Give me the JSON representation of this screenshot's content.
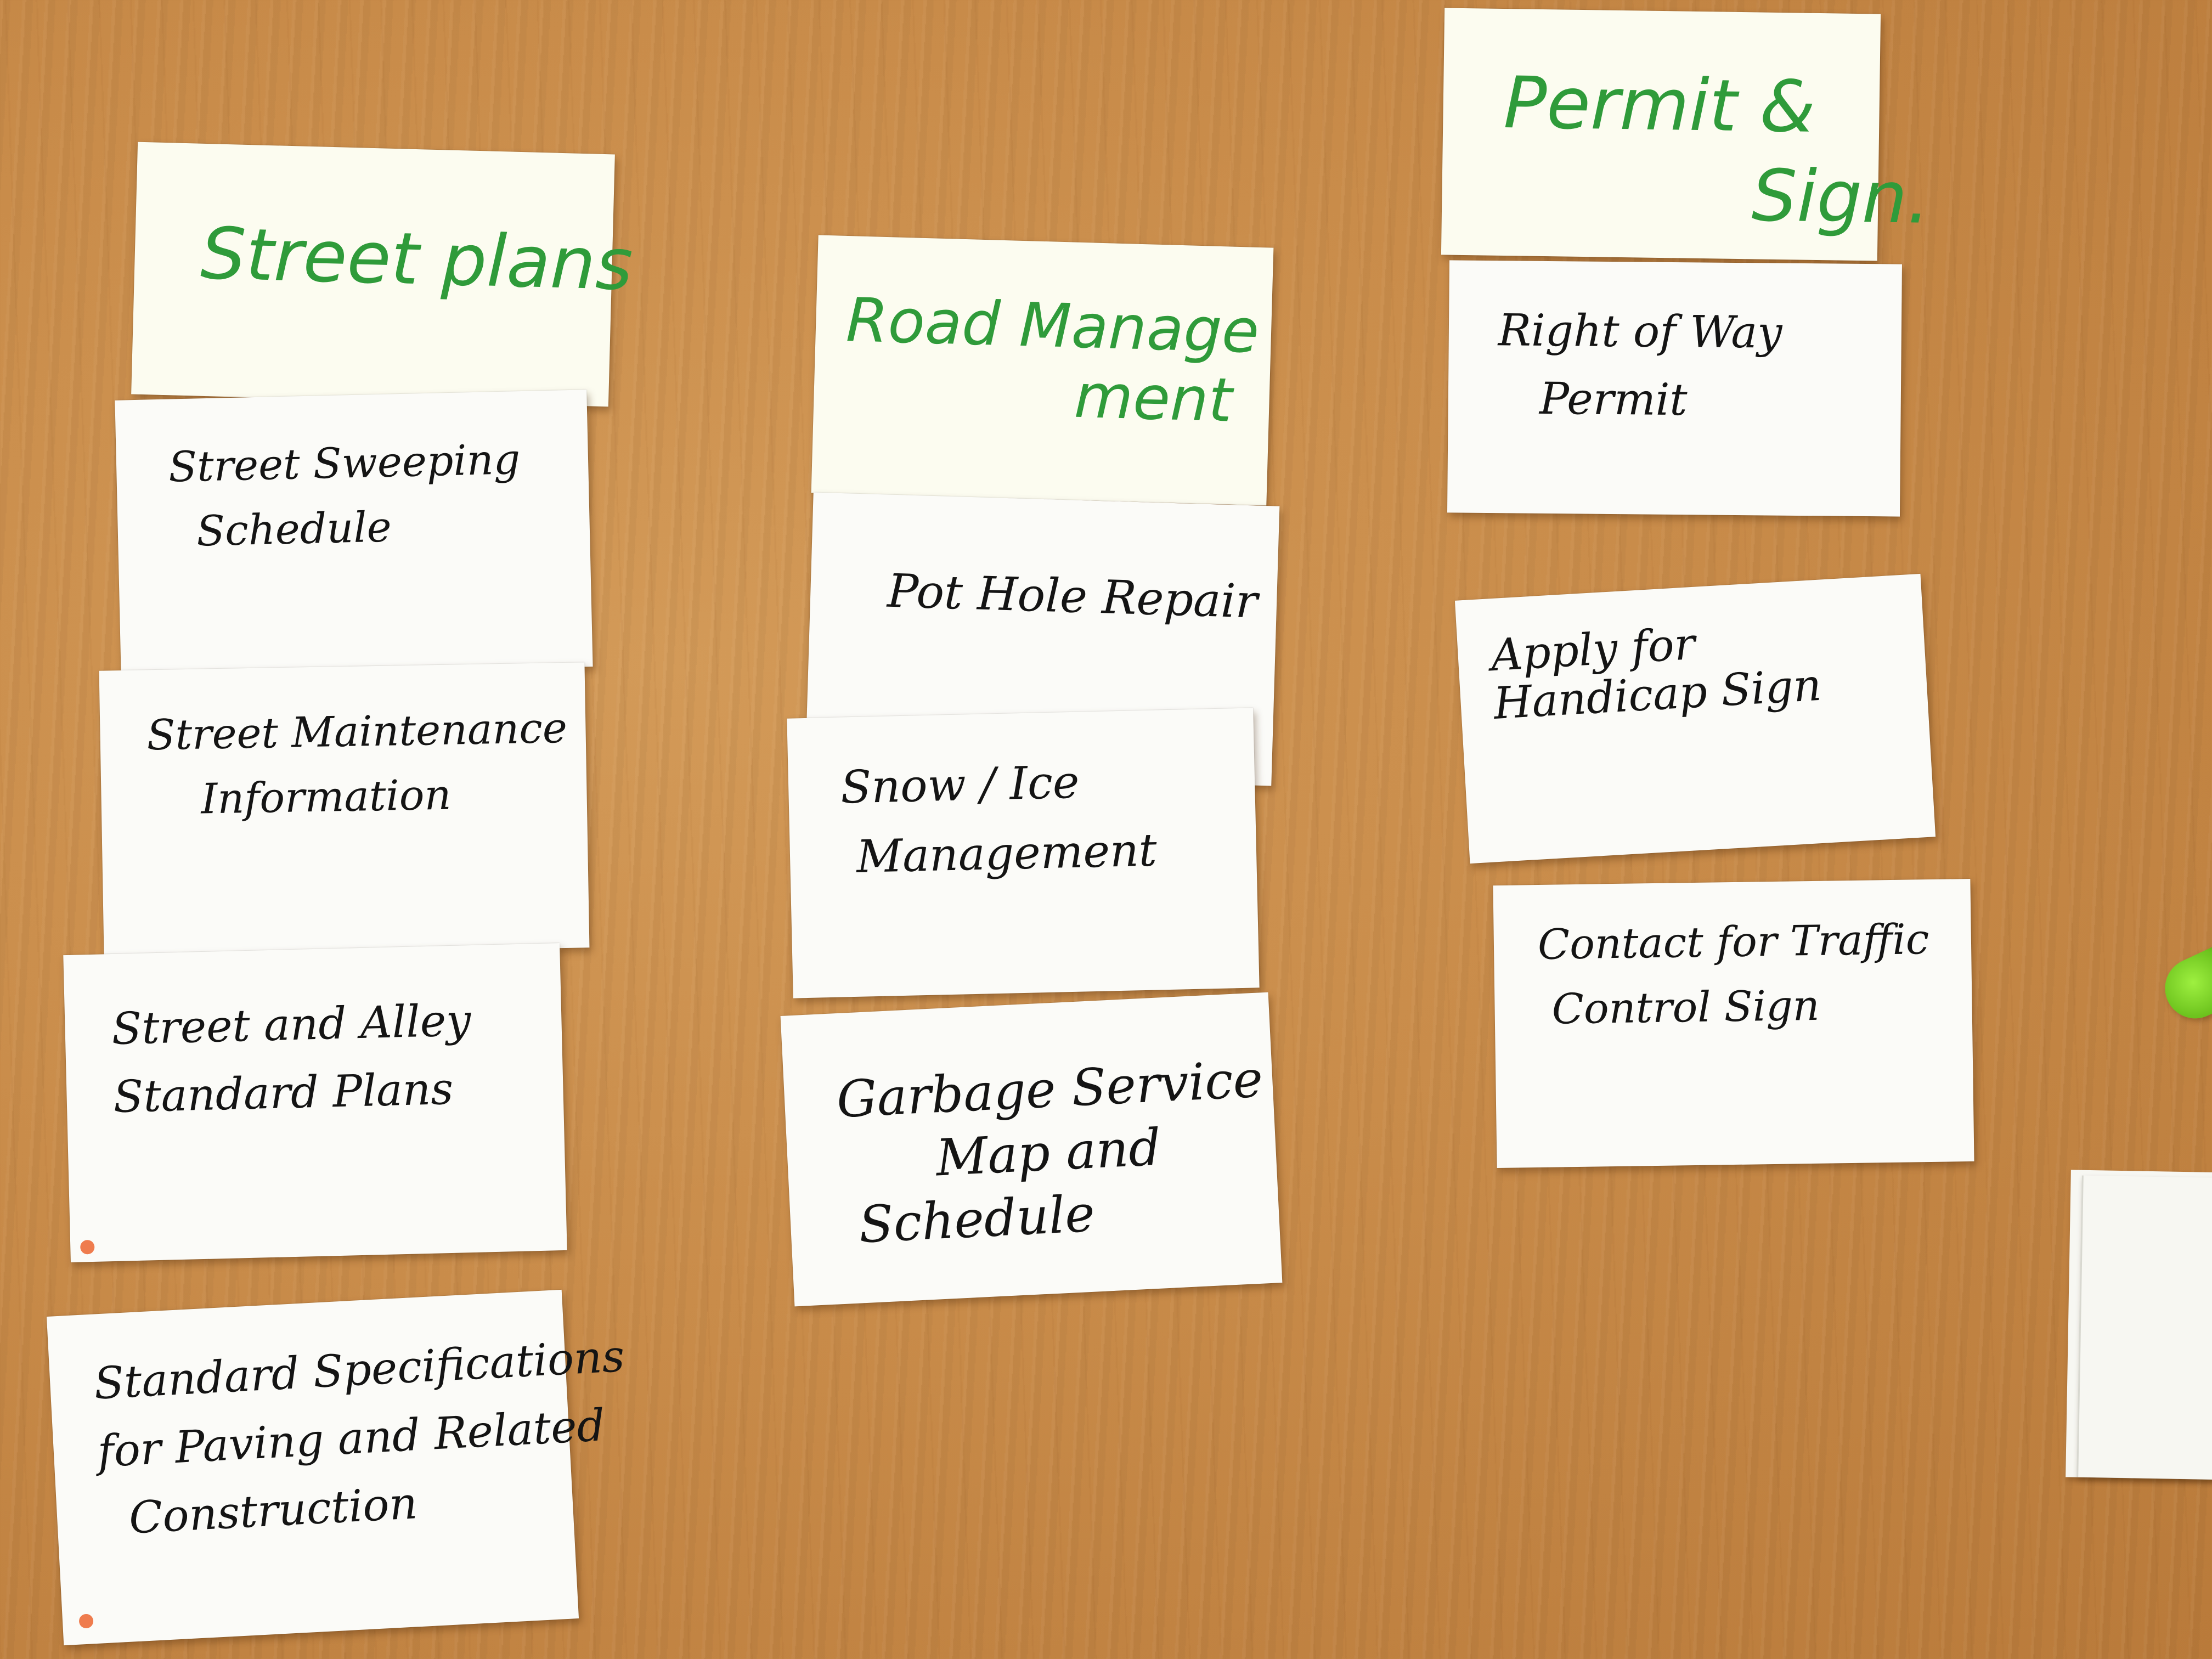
{
  "columns": [
    {
      "header": "Street plans",
      "cards": [
        "Street Sweeping\n  Schedule",
        "Street Maintenance\n    Information",
        "Street and Alley\nStandard Plans",
        "Standard Specifications\nfor Paving and Related\n  Construction"
      ]
    },
    {
      "header": "Road Manage\n            ment",
      "cards": [
        "Pot Hole Repair",
        "Snow / Ice\n Management",
        "Garbage Service\n      Map and\n Schedule"
      ]
    },
    {
      "header": "Permit &\n           Sign.",
      "cards": [
        "Right of Way\n   Permit",
        "Apply for\nHandicap Sign",
        "Contact for Traffic\n Control Sign"
      ]
    }
  ],
  "colors": {
    "table": "#c98c4a",
    "card": "#fbfbf8",
    "header_ink": "#2f9b3a",
    "card_ink": "#141414",
    "sticker": "#ef7c4e",
    "marker": "#6cc21d"
  },
  "objects": [
    "green-marker-cap",
    "blank-card-stack"
  ]
}
